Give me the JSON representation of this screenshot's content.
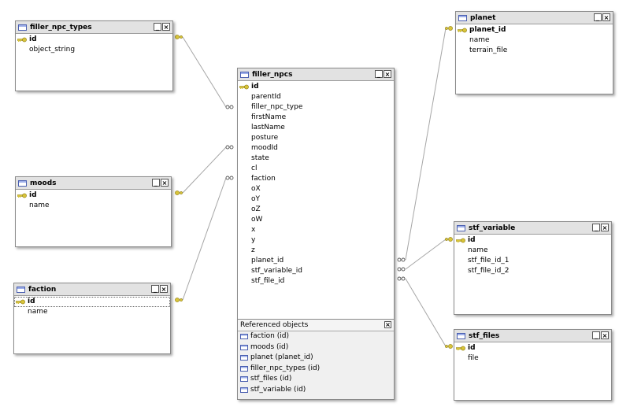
{
  "tables": {
    "filler_npc_types": {
      "title": "filler_npc_types",
      "pk": "id",
      "fields": [
        "object_string"
      ]
    },
    "moods": {
      "title": "moods",
      "pk": "id",
      "fields": [
        "name"
      ]
    },
    "faction": {
      "title": "faction",
      "pk": "id",
      "fields": [
        "name"
      ]
    },
    "filler_npcs": {
      "title": "filler_npcs",
      "pk": "id",
      "fields": [
        "parentId",
        "filler_npc_type",
        "firstName",
        "lastName",
        "posture",
        "moodId",
        "state",
        "cl",
        "faction",
        "oX",
        "oY",
        "oZ",
        "oW",
        "x",
        "y",
        "z",
        "planet_id",
        "stf_variable_id",
        "stf_file_id"
      ]
    },
    "planet": {
      "title": "planet",
      "pk": "planet_id",
      "fields": [
        "name",
        "terrain_file"
      ]
    },
    "stf_variable": {
      "title": "stf_variable",
      "pk": "id",
      "fields": [
        "name",
        "stf_file_id_1",
        "stf_file_id_2"
      ]
    },
    "stf_files": {
      "title": "stf_files",
      "pk": "id",
      "fields": [
        "file"
      ]
    }
  },
  "referenced": {
    "title": "Referenced objects",
    "items": [
      "faction (id)",
      "moods (id)",
      "planet (planet_id)",
      "filler_npc_types (id)",
      "stf_files (id)",
      "stf_variable (id)"
    ]
  },
  "window_buttons": {
    "minimize": "_",
    "close": "×"
  },
  "colors": {
    "key": "#d8c43a",
    "line": "#a6a6a6",
    "header": "#e2e2e2",
    "icon": "#4a5fb0"
  }
}
